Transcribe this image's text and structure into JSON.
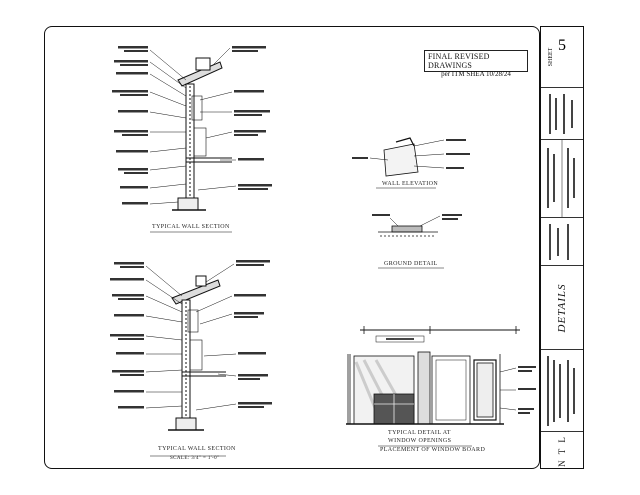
{
  "revision_stamp": {
    "line1": "FINAL REVISED DRAWINGS",
    "line2": "per ITM SHEA 10/28/24"
  },
  "details": [
    {
      "id": "wall-section-1",
      "caption": "TYPICAL WALL SECTION"
    },
    {
      "id": "wall-elevation",
      "caption": "WALL ELEVATION"
    },
    {
      "id": "ground-detail",
      "caption": "GROUND DETAIL"
    },
    {
      "id": "wall-section-2",
      "caption": "TYPICAL WALL SECTION",
      "subcaption": "SCALE: 3/4\" = 1'-0\""
    },
    {
      "id": "interior-elevation",
      "caption": "TYPICAL DETAIL AT",
      "subcaption": "WINDOW OPENINGS",
      "subcaption2": "PLACEMENT OF WINDOW BOARD"
    }
  ],
  "title_block": {
    "sheet_label": "SHEET",
    "sheet_number": "5",
    "sheet_title": "DETAILS",
    "firm_initials": "N T L"
  }
}
